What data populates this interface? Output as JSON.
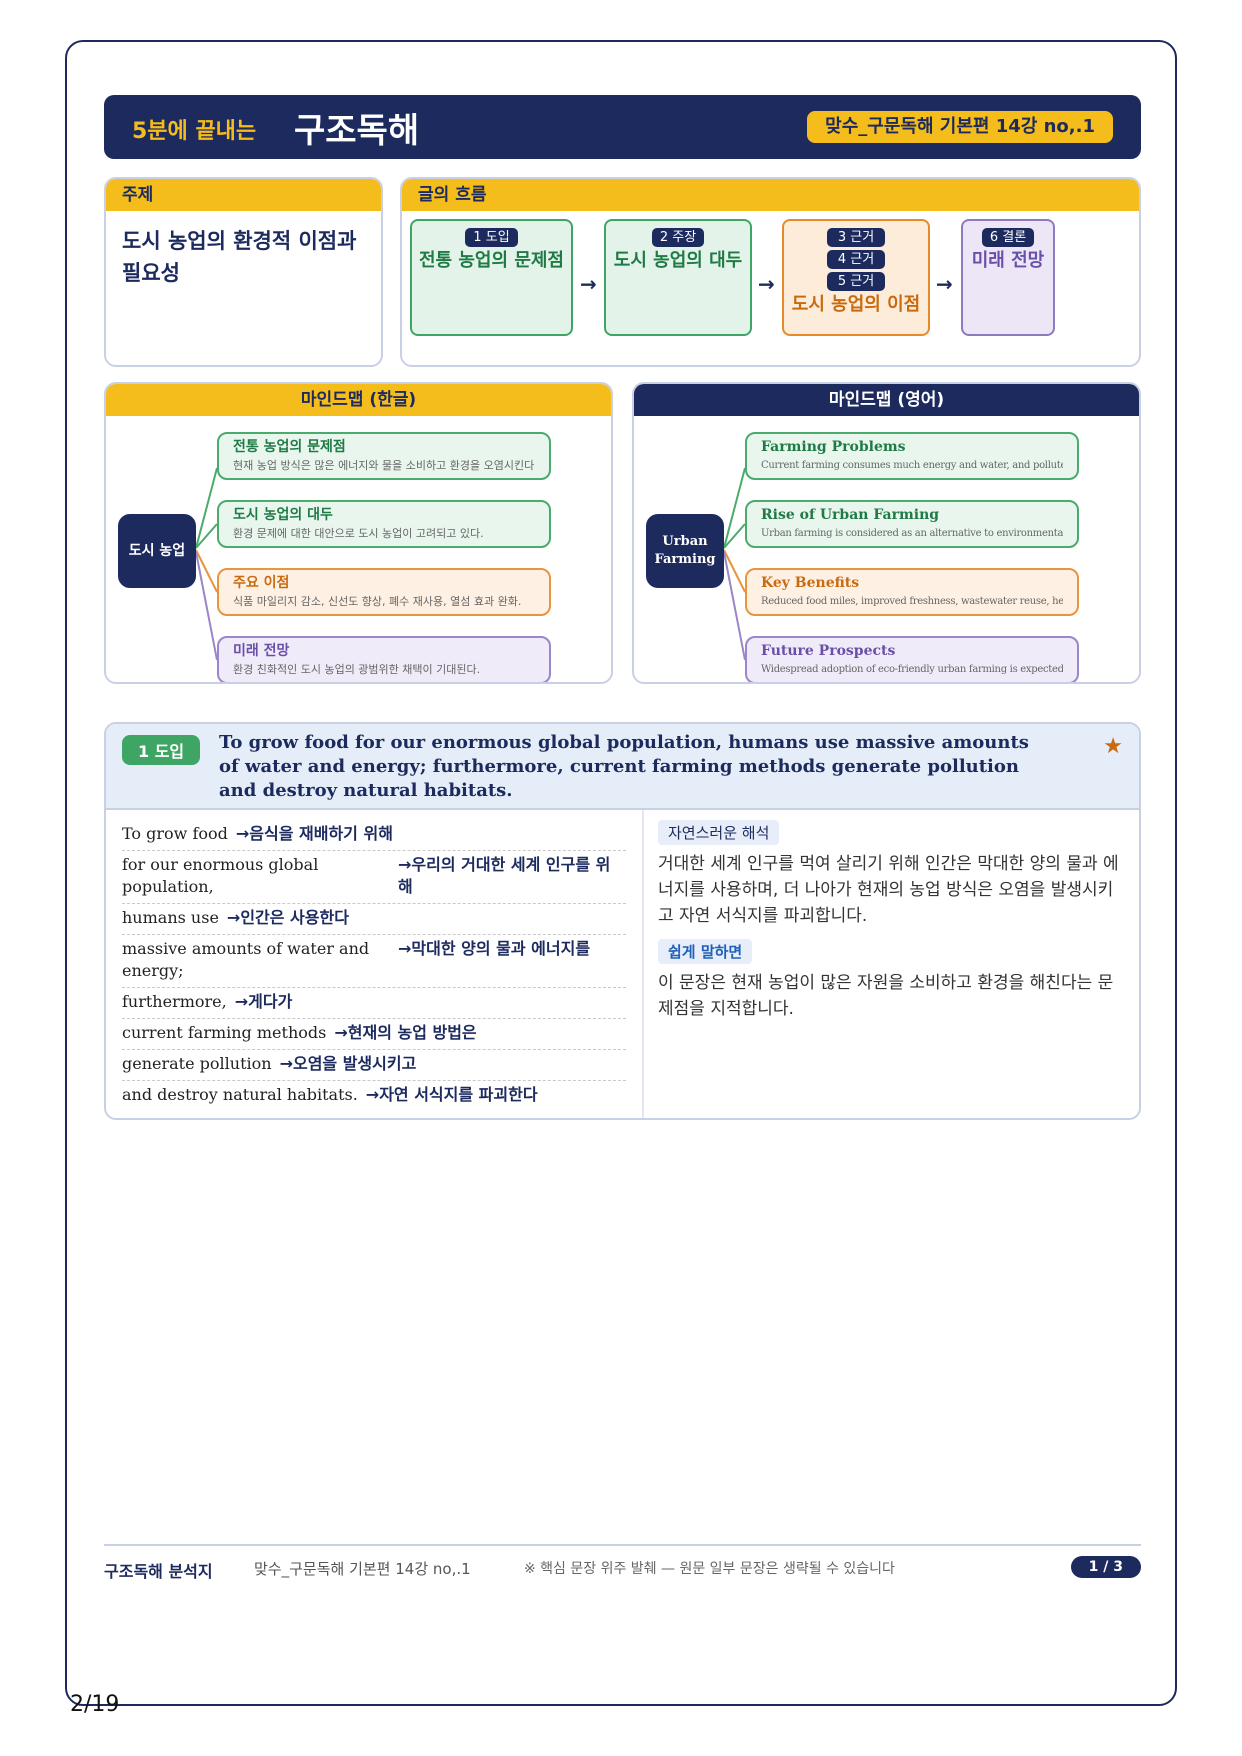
{
  "header": {
    "subtitle": "5분에 끝내는",
    "title": "구조독해",
    "badge": "맞수_구문독해 기본편 14강 no,.1"
  },
  "topic": {
    "label": "주제",
    "text": "도시 농업의 환경적 이점과 필요성"
  },
  "flow": {
    "label": "글의 흐름",
    "arrow": "→",
    "steps": [
      {
        "tags": [
          "1 도입"
        ],
        "text": "전통 농업의 문제점",
        "color": "green"
      },
      {
        "tags": [
          "2 주장"
        ],
        "text": "도시 농업의 대두",
        "color": "green"
      },
      {
        "tags": [
          "3 근거",
          "4 근거",
          "5 근거"
        ],
        "text": "도시 농업의 이점",
        "color": "orange"
      },
      {
        "tags": [
          "6 결론"
        ],
        "text": "미래 전망",
        "color": "purple"
      }
    ]
  },
  "mindmap_ko": {
    "title": "마인드맵 (한글)",
    "hub": "도시 농업",
    "nodes": [
      {
        "title": "전통 농업의 문제점",
        "desc": "현재 농업 방식은 많은 에너지와 물을 소비하고 환경을 오염시킨다."
      },
      {
        "title": "도시 농업의 대두",
        "desc": "환경 문제에 대한 대안으로 도시 농업이 고려되고 있다."
      },
      {
        "title": "주요 이점",
        "desc": "식품 마일리지 감소, 신선도 향상, 폐수 재사용, 열섬 효과 완화."
      },
      {
        "title": "미래 전망",
        "desc": "환경 친화적인 도시 농업의 광범위한 채택이 기대된다."
      }
    ]
  },
  "mindmap_en": {
    "title": "마인드맵 (영어)",
    "hub": "Urban Farming",
    "nodes": [
      {
        "title": "Farming Problems",
        "desc": "Current farming consumes much energy and water, and pollutes the environment."
      },
      {
        "title": "Rise of Urban Farming",
        "desc": "Urban farming is considered as an alternative to environmental issues."
      },
      {
        "title": "Key Benefits",
        "desc": "Reduced food miles, improved freshness, wastewater reuse, heat island reduction."
      },
      {
        "title": "Future Prospects",
        "desc": "Widespread adoption of eco-friendly urban farming is expected."
      }
    ]
  },
  "section": {
    "pill": "1 도입",
    "star": "★",
    "sentence": "To grow food for our enormous global population, humans use massive amounts of water and energy; furthermore, current farming methods generate pollution and destroy natural habitats.",
    "chunks": [
      {
        "en": "To grow food",
        "kr": "→음식을 재배하기 위해"
      },
      {
        "en": "for our enormous global population,",
        "kr": "→우리의 거대한 세계 인구를 위해"
      },
      {
        "en": "humans use",
        "kr": "→인간은 사용한다"
      },
      {
        "en": "massive amounts of water and energy;",
        "kr": "→막대한 양의 물과 에너지를"
      },
      {
        "en": "furthermore,",
        "kr": "→게다가"
      },
      {
        "en": "current farming methods",
        "kr": "→현재의 농업 방법은"
      },
      {
        "en": "generate pollution",
        "kr": "→오염을 발생시키고"
      },
      {
        "en": "and destroy natural habitats.",
        "kr": "→자연 서식지를 파괴한다"
      }
    ],
    "natural_label": "자연스러운 해석",
    "natural_text": "거대한 세계 인구를 먹여 살리기 위해 인간은 막대한 양의 물과 에너지를 사용하며, 더 나아가 현재의 농업 방식은 오염을 발생시키고 자연 서식지를 파괴합니다.",
    "easy_label": "쉽게 말하면",
    "easy_text": "이 문장은 현재 농업이 많은 자원을 소비하고 환경을 해친다는 문제점을 지적합니다."
  },
  "footer": {
    "title": "구조독해 분석지",
    "book": "맞수_구문독해 기본편 14강 no,.1",
    "note": "※ 핵심 문장 위주 발췌 — 원문 일부 문장은 생략될 수 있습니다",
    "page": "1 / 3"
  },
  "page_number": "2/19",
  "colors": {
    "navy": "#1c2a5e",
    "yellow": "#f4bd1b",
    "green": "#3fa564",
    "orange": "#e58b2a",
    "purple": "#8f7ac0"
  }
}
